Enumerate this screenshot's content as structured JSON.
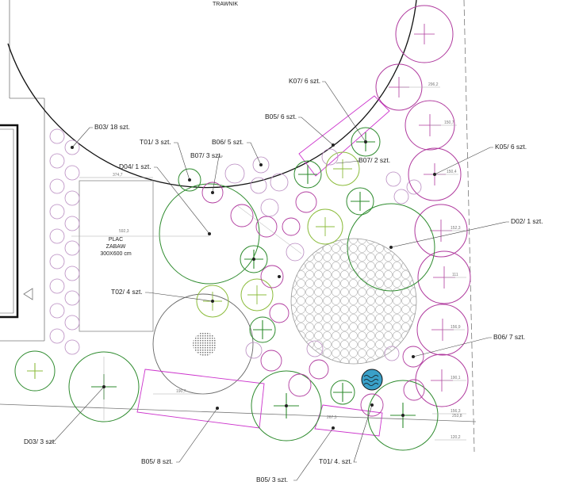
{
  "title_top": "TRAWNIK",
  "playground": {
    "line1": "PLAC",
    "line2": "ZABAW",
    "line3": "300X600 cm",
    "dim_width": "374,7",
    "dim_height": "592,3"
  },
  "labels": {
    "K07": "K07/ 6 szt.",
    "B05_top": "B05/ 6 szt.",
    "B03": "B03/ 18 szt.",
    "T01_top": "T01/ 3 szt.",
    "B06_top": "B06/ 5 szt.",
    "B07_top": "B07/ 3 szt.",
    "D04": "D04/ 1 szt.",
    "B07_mid": "B07/ 2 szt.",
    "K05": "K05/ 6 szt.",
    "D02": "D02/ 1 szt.",
    "T02": "T02/ 4 szt.",
    "B06_bot": "B06/ 7 szt.",
    "D03": "D03/ 3 szt.",
    "B05_bot_left": "B05/ 8 szt.",
    "T01_bot": "T01/ 4. szt.",
    "B05_bot_right": "B05/ 3 szt."
  },
  "dimensions": [
    "296,2",
    "150,7",
    "150,4",
    "152,3",
    "111",
    "156,9",
    "190,1",
    "156,3",
    "253,8",
    "120,2",
    "267,5",
    "190,7"
  ],
  "colors": {
    "purple": "#b03a9e",
    "magenta": "#cc33cc",
    "green": "#2e8b2e",
    "lightgreen": "#8cbc3c",
    "lightpurple": "#b88ac0",
    "grey": "#888888",
    "water": "#3aa0c8"
  },
  "icons": [
    "water-feature-icon",
    "sandbox-icon",
    "arrow-left-icon"
  ]
}
